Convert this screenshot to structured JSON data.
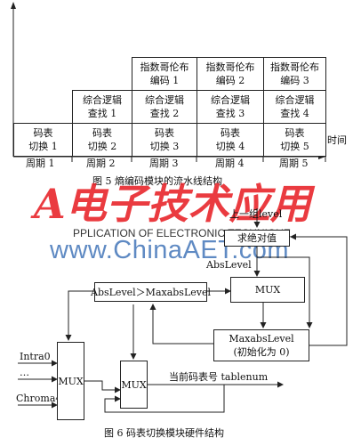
{
  "figure5": {
    "rows": [
      {
        "cells": [
          {
            "lines": [
              "码表",
              "切换 1"
            ]
          },
          {
            "lines": [
              "码表",
              "切换 2"
            ]
          },
          {
            "lines": [
              "码表",
              "切换 3"
            ]
          },
          {
            "lines": [
              "码表",
              "切换 4"
            ]
          },
          {
            "lines": [
              "码表",
              "切换 5"
            ]
          }
        ]
      },
      {
        "cells": [
          {
            "lines": [
              "综合逻辑",
              "查找 1"
            ]
          },
          {
            "lines": [
              "综合逻辑",
              "查找 2"
            ]
          },
          {
            "lines": [
              "综合逻辑",
              "查找 3"
            ]
          },
          {
            "lines": [
              "综合逻辑",
              "查找 4"
            ]
          }
        ]
      },
      {
        "cells": [
          {
            "lines": [
              "指数哥伦布",
              "编码 1"
            ]
          },
          {
            "lines": [
              "指数哥伦布",
              "编码 2"
            ]
          },
          {
            "lines": [
              "指数哥伦布",
              "编码 3"
            ]
          }
        ]
      }
    ],
    "time_axis_label": "时间",
    "periods": [
      "周期 1",
      "周期 2",
      "周期 3",
      "周期 4",
      "周期 5"
    ],
    "caption": "图 5   熵编码模块的流水线结构"
  },
  "figure6": {
    "input_label": "上一组level",
    "abs_block": "求绝对值",
    "abslevel_label": "AbsLevel",
    "compare_block": "AbsLevel＞MaxabsLevel",
    "mux_top": "MUX",
    "maxabs_block": [
      "MaxabsLevel",
      "(初始化为 0)"
    ],
    "left_inputs": [
      "Intra0",
      "…",
      "Chroma4"
    ],
    "mux_left": "MUX",
    "mux_mid": "MUX",
    "output_label": "当前码表号 tablenum",
    "caption": "图 6   码表切换模块硬件结构"
  },
  "watermark": {
    "logo": "A电子技术应用",
    "subtitle": "PPLICATION OF ELECTRONIC TECHNIQUE",
    "site": "www.ChinaAET.com",
    "colors": {
      "logo": "#e8262c",
      "site": "#2a63b0"
    }
  }
}
